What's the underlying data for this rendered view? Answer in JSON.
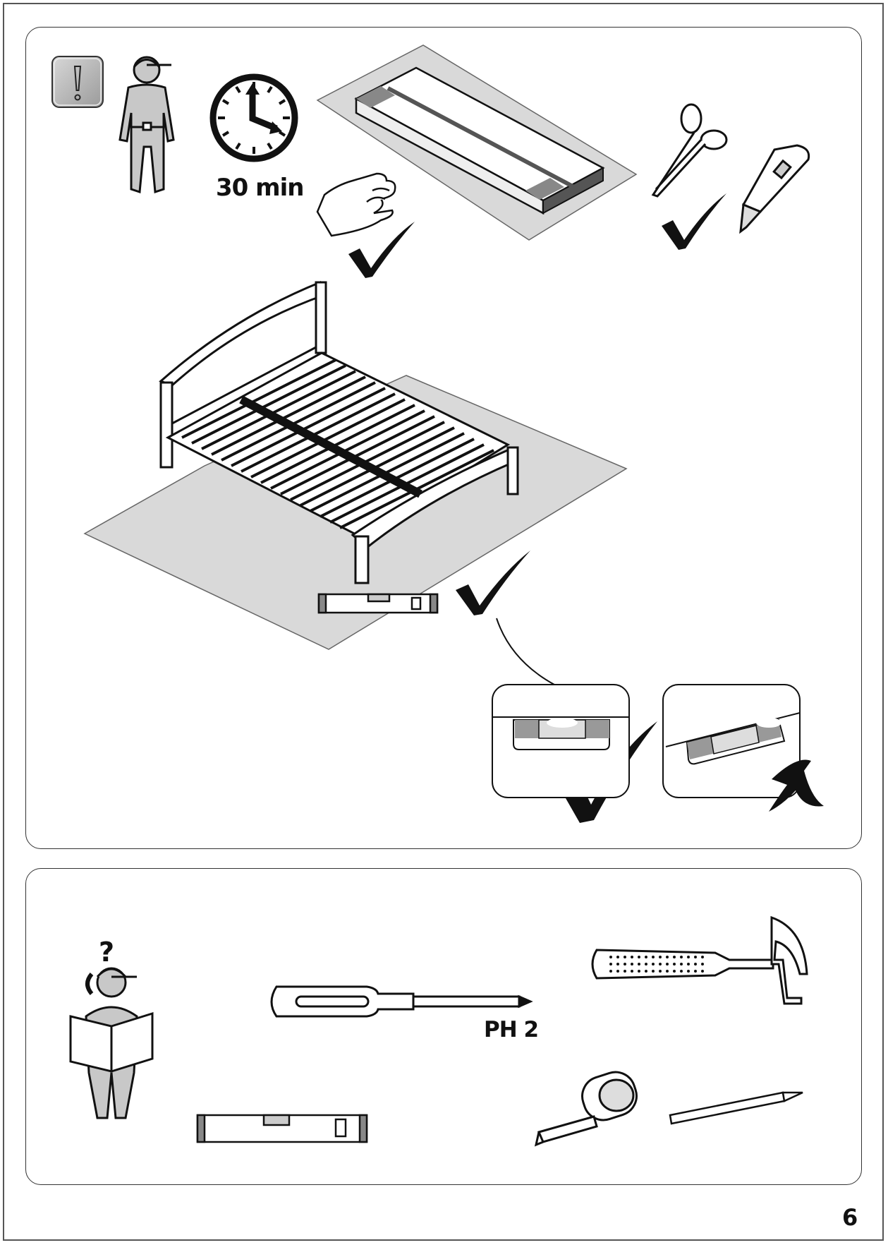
{
  "assembly_step": {
    "time_label": "30 min",
    "tool_label": "PH 2",
    "page_number": "6"
  }
}
